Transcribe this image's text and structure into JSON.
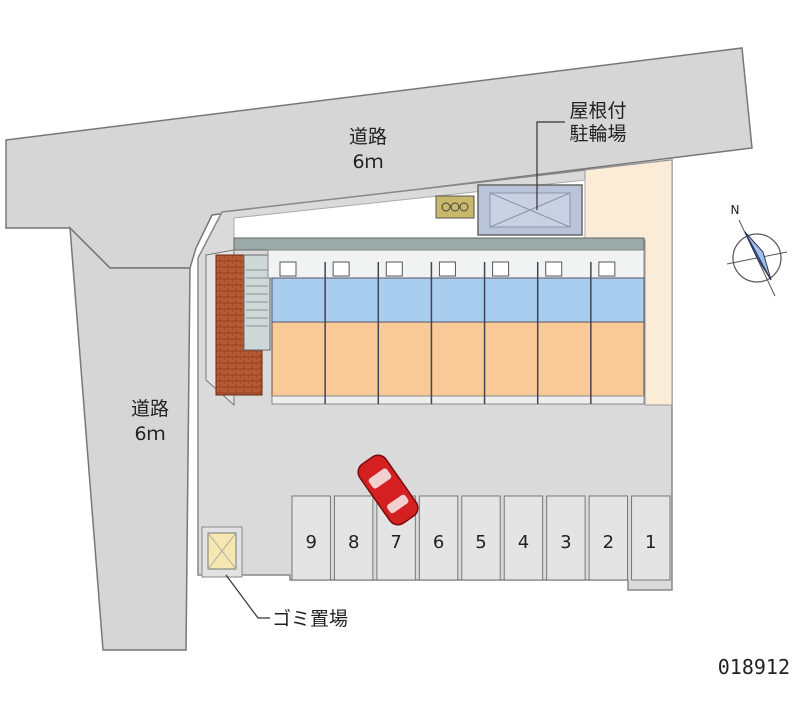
{
  "roads": {
    "top": {
      "name": "道路",
      "width": "6ｍ"
    },
    "left": {
      "name": "道路",
      "width": "6ｍ"
    }
  },
  "bicycle_parking": {
    "line1": "屋根付",
    "line2": "駐輪場"
  },
  "garbage": {
    "label": "ゴミ置場"
  },
  "parking_numbers": [
    "9",
    "8",
    "7",
    "6",
    "5",
    "4",
    "3",
    "2",
    "1"
  ],
  "compass": {
    "north_label": "N"
  },
  "property_code": "018912",
  "colors": {
    "road": "#d6d6d6",
    "lot": "#dadada",
    "unit_blue": "#a9cdef",
    "unit_orange": "#f9c997",
    "brick": "#b5582f",
    "car": "#d42020",
    "private": "#fbecd8"
  }
}
